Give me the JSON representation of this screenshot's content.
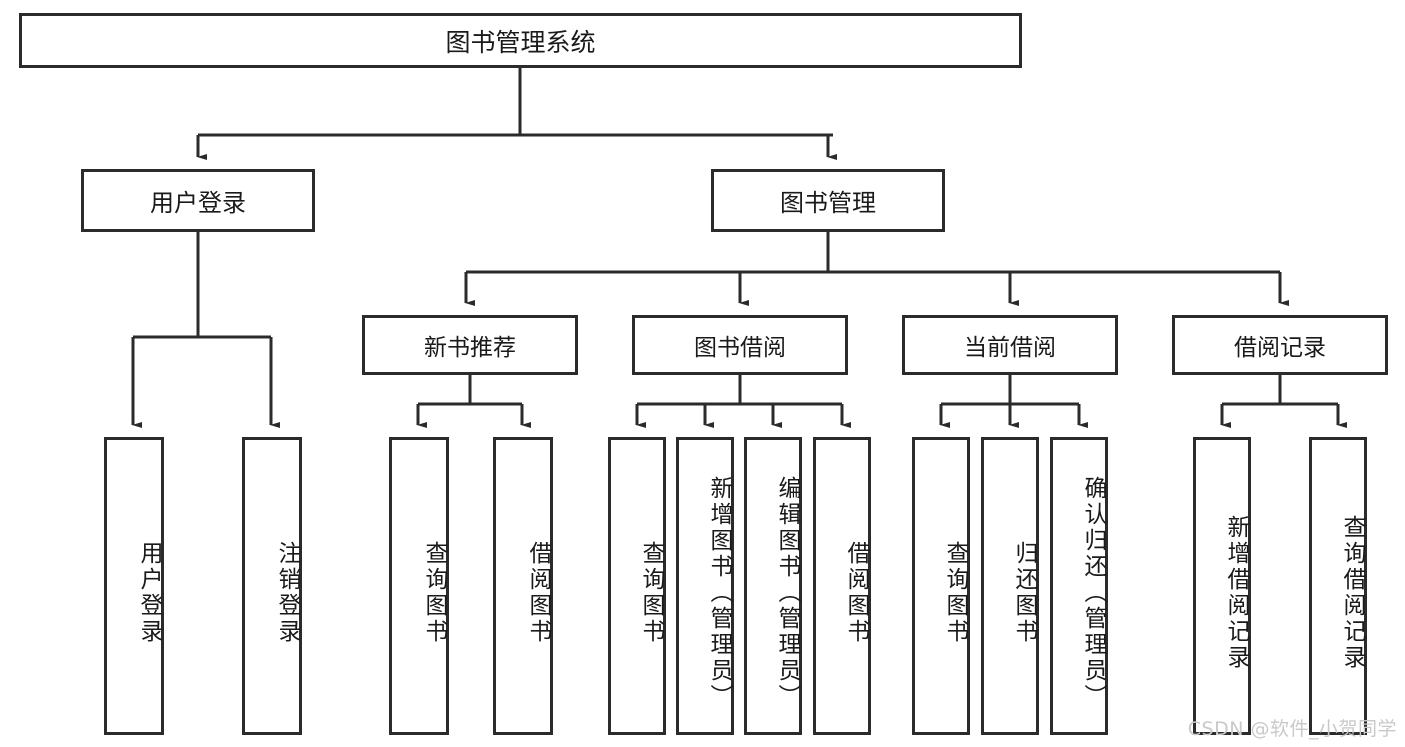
{
  "diagram": {
    "type": "tree",
    "title": "图书管理系统",
    "watermark": "CSDN @软件_小贺同学",
    "colors": {
      "stroke": "#2b2b2b",
      "fill": "#ffffff",
      "text": "#1a1a1a",
      "watermark": "#c9c9c9"
    },
    "nodes": {
      "root": {
        "label": "图书管理系统",
        "level": 0
      },
      "l1": [
        {
          "id": "user-login",
          "label": "用户登录"
        },
        {
          "id": "book-manage",
          "label": "图书管理"
        }
      ],
      "l2": [
        {
          "id": "new-book-rec",
          "label": "新书推荐"
        },
        {
          "id": "book-borrow",
          "label": "图书借阅"
        },
        {
          "id": "current-borrow",
          "label": "当前借阅"
        },
        {
          "id": "borrow-record",
          "label": "借阅记录"
        }
      ],
      "leaves": {
        "user_login": [
          {
            "id": "leaf-user-login",
            "label": "用户登录"
          },
          {
            "id": "leaf-logout",
            "label": "注销登录"
          }
        ],
        "new_book_rec": [
          {
            "id": "leaf-query-book-1",
            "label": "查询图书"
          },
          {
            "id": "leaf-borrow-book-1",
            "label": "借阅图书"
          }
        ],
        "book_borrow": [
          {
            "id": "leaf-query-book-2",
            "label": "查询图书"
          },
          {
            "id": "leaf-add-book",
            "label": "新增图书（管理员）"
          },
          {
            "id": "leaf-edit-book",
            "label": "编辑图书（管理员）"
          },
          {
            "id": "leaf-borrow-book-2",
            "label": "借阅图书"
          }
        ],
        "current_borrow": [
          {
            "id": "leaf-query-book-3",
            "label": "查询图书"
          },
          {
            "id": "leaf-return-book",
            "label": "归还图书"
          },
          {
            "id": "leaf-confirm-return",
            "label": "确认归还（管理员）"
          }
        ],
        "borrow_record": [
          {
            "id": "leaf-add-record",
            "label": "新增借阅记录"
          },
          {
            "id": "leaf-query-record",
            "label": "查询借阅记录"
          }
        ]
      }
    }
  }
}
